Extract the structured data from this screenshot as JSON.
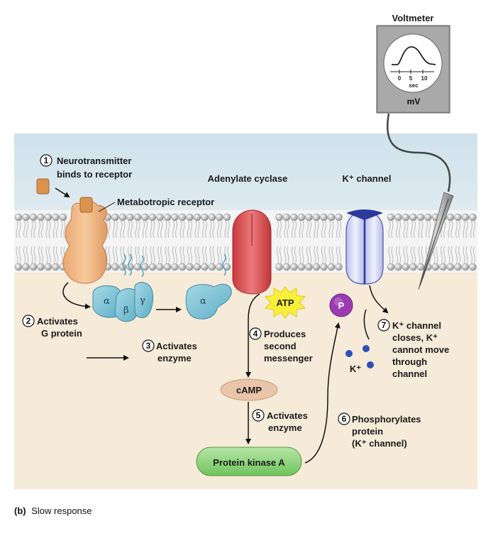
{
  "voltmeter": {
    "title": "Voltmeter",
    "tick_labels": [
      "0",
      "5",
      "10"
    ],
    "axis_unit": "sec",
    "display_unit": "mV"
  },
  "labels": {
    "metabotropic_receptor": "Metabotropic receptor",
    "adenylate_cyclase": "Adenylate cyclase",
    "k_channel": "K⁺ channel",
    "atp": "ATP",
    "camp": "cAMP",
    "protein_kinase_a": "Protein kinase A",
    "phosphate": "P",
    "k_ion": "K⁺",
    "alpha": "α",
    "beta": "β",
    "gamma": "γ"
  },
  "steps": [
    {
      "num": "1",
      "lines": [
        "Neurotransmitter",
        "binds to receptor"
      ]
    },
    {
      "num": "2",
      "lines": [
        "Activates",
        "G protein"
      ]
    },
    {
      "num": "3",
      "lines": [
        "Activates",
        "enzyme"
      ]
    },
    {
      "num": "4",
      "lines": [
        "Produces",
        "second",
        "messenger"
      ]
    },
    {
      "num": "5",
      "lines": [
        "Activates",
        "enzyme"
      ]
    },
    {
      "num": "6",
      "lines": [
        "Phosphorylates",
        "protein",
        "(K⁺ channel)"
      ]
    },
    {
      "num": "7",
      "lines": [
        "K⁺ channel",
        "closes, K⁺",
        "cannot move",
        "through",
        "channel"
      ]
    }
  ],
  "caption": {
    "letter": "(b)",
    "text": "Slow response"
  }
}
